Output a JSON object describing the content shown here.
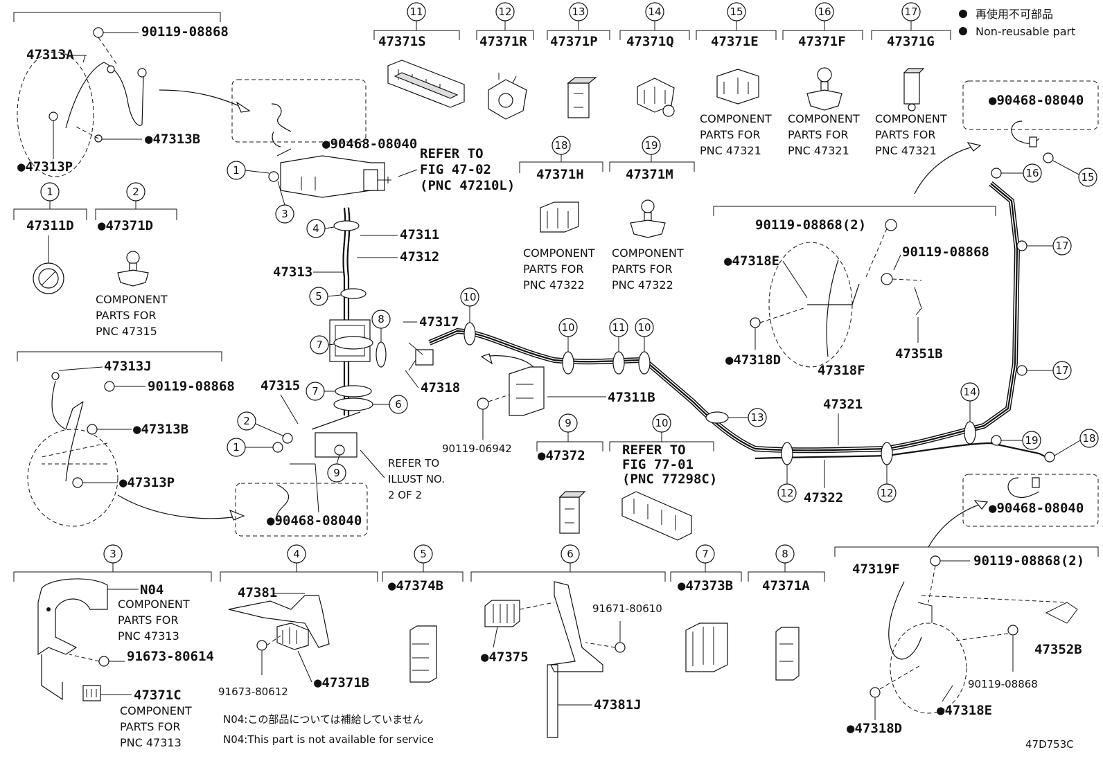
{
  "legend": {
    "jp": "再使用不可部品",
    "en": "Non-reusable part",
    "bullet": "●"
  },
  "illustration_code": "47D753C",
  "notes": {
    "jp": "N04:この部品については補給していません",
    "en": "N04:This part is not available for service"
  },
  "refs": {
    "fig4702": [
      "REFER TO",
      "FIG 47-02",
      "(PNC 47210L)"
    ],
    "illust": [
      "REFER TO",
      "ILLUST NO.",
      "2 OF 2"
    ],
    "fig7701": [
      "REFER TO",
      "FIG 77-01",
      "(PNC 77298C)"
    ]
  },
  "component_notes": {
    "p47315": [
      "COMPONENT",
      "PARTS FOR",
      "PNC 47315"
    ],
    "p47321a": [
      "COMPONENT",
      "PARTS FOR",
      "PNC 47321"
    ],
    "p47321b": [
      "COMPONENT",
      "PARTS FOR",
      "PNC 47321"
    ],
    "p47321c": [
      "COMPONENT",
      "PARTS FOR",
      "PNC 47321"
    ],
    "p47322a": [
      "COMPONENT",
      "PARTS FOR",
      "PNC 47322"
    ],
    "p47322b": [
      "COMPONENT",
      "PARTS FOR",
      "PNC 47322"
    ],
    "n04": [
      "COMPONENT",
      "PARTS FOR",
      "PNC 47313"
    ],
    "p47313": [
      "COMPONENT",
      "PARTS FOR",
      "PNC 47313"
    ]
  },
  "callouts": {
    "c1": "1",
    "c2": "2",
    "c3": "3",
    "c4": "4",
    "c5": "5",
    "c6": "6",
    "c7": "7",
    "c8": "8",
    "c9": "9",
    "c10": "10",
    "c11": "11",
    "c12": "12",
    "c13": "13",
    "c14": "14",
    "c15": "15",
    "c16": "16",
    "c17": "17",
    "c18": "18",
    "c19": "19"
  },
  "parts": {
    "p47371S": "47371S",
    "p47371R": "47371R",
    "p47371P": "47371P",
    "p47371Q": "47371Q",
    "p47371E": "47371E",
    "p47371F": "47371F",
    "p47371G": "47371G",
    "p47371H": "47371H",
    "p47371M": "47371M",
    "p47311D": "47311D",
    "p47371D": "●47371D",
    "p47313A": "47313A",
    "b9011908868a": "90119-08868",
    "p47313Ba": "●47313B",
    "p47313Pa": "●47313P",
    "p9046808040a": "●90468-08040",
    "p47311": "47311",
    "p47312": "47312",
    "p47313": "47313",
    "p47317": "47317",
    "p47318": "47318",
    "p47315": "47315",
    "p47311B": "47311B",
    "b9011906942": "90119-06942",
    "p9046808040b": "●90468-08040",
    "p47313J": "47313J",
    "b9011908868b": "90119-08868",
    "p47313Bb": "●47313B",
    "p47313Pb": "●47313P",
    "p47372": "●47372",
    "b9011908868c": "90119-08868(2)",
    "b9011908868d": "90119-08868",
    "p47318Ea": "●47318E",
    "p47318Da": "●47318D",
    "p47318F": "47318F",
    "p47351B": "47351B",
    "p47321": "47321",
    "p47322": "47322",
    "p9046808040c": "●90468-08040",
    "p9046808040d": "●90468-08040",
    "p47319F": "47319F",
    "b9011908868e": "90119-08868(2)",
    "b9011908868f": "90119-08868",
    "p47352B": "47352B",
    "p47318Eb": "●47318E",
    "p47318Db": "●47318D",
    "n04": "N04",
    "b9167380614": "91673-80614",
    "p47371C": "47371C",
    "p47381": "47381",
    "b9167380612": "91673-80612",
    "p47371B": "●47371B",
    "p47374B": "●47374B",
    "b9167180610": "91671-80610",
    "p47375": "●47375",
    "p47381J": "47381J",
    "p47373B": "●47373B",
    "p47371A": "47371A"
  }
}
